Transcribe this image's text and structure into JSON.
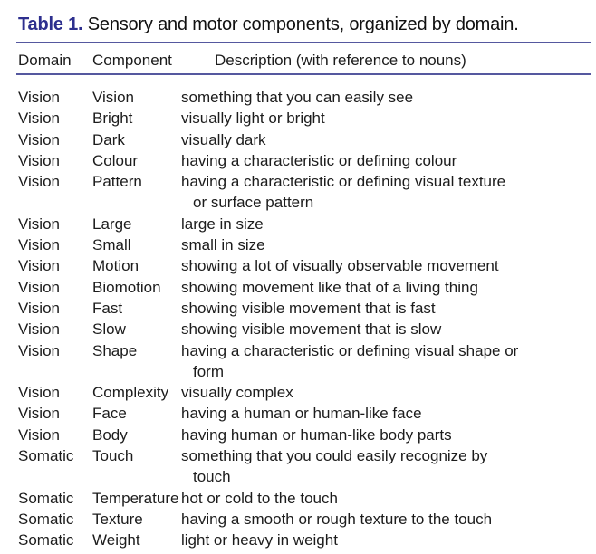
{
  "title": {
    "label": "Table 1.",
    "text": "Sensory and motor components, organized by domain."
  },
  "columns": [
    "Domain",
    "Component",
    "Description (with reference to nouns)"
  ],
  "rows": [
    {
      "domain": "Vision",
      "component": "Vision",
      "description": [
        "something that you can easily see"
      ]
    },
    {
      "domain": "Vision",
      "component": "Bright",
      "description": [
        "visually light or bright"
      ]
    },
    {
      "domain": "Vision",
      "component": "Dark",
      "description": [
        "visually dark"
      ]
    },
    {
      "domain": "Vision",
      "component": "Colour",
      "description": [
        "having a characteristic or defining colour"
      ]
    },
    {
      "domain": "Vision",
      "component": "Pattern",
      "description": [
        "having a characteristic or defining visual texture",
        "or surface pattern"
      ]
    },
    {
      "domain": "Vision",
      "component": "Large",
      "description": [
        "large in size"
      ]
    },
    {
      "domain": "Vision",
      "component": "Small",
      "description": [
        "small in size"
      ]
    },
    {
      "domain": "Vision",
      "component": "Motion",
      "description": [
        "showing a lot of visually observable movement"
      ]
    },
    {
      "domain": "Vision",
      "component": "Biomotion",
      "description": [
        "showing movement like that of a living thing"
      ]
    },
    {
      "domain": "Vision",
      "component": "Fast",
      "description": [
        "showing visible movement that is fast"
      ]
    },
    {
      "domain": "Vision",
      "component": "Slow",
      "description": [
        "showing visible movement that is slow"
      ]
    },
    {
      "domain": "Vision",
      "component": "Shape",
      "description": [
        "having a characteristic or defining visual shape or",
        "form"
      ]
    },
    {
      "domain": "Vision",
      "component": "Complexity",
      "description": [
        "visually complex"
      ]
    },
    {
      "domain": "Vision",
      "component": "Face",
      "description": [
        "having a human or human-like face"
      ]
    },
    {
      "domain": "Vision",
      "component": "Body",
      "description": [
        "having human or human-like body parts"
      ]
    },
    {
      "domain": "Somatic",
      "component": "Touch",
      "description": [
        "something that you could easily recognize by",
        "touch"
      ]
    },
    {
      "domain": "Somatic",
      "component": "Temperature",
      "description": [
        "hot or cold to the touch"
      ]
    },
    {
      "domain": "Somatic",
      "component": "Texture",
      "description": [
        "having a smooth or rough texture to the touch"
      ]
    },
    {
      "domain": "Somatic",
      "component": "Weight",
      "description": [
        "light or heavy in weight"
      ]
    }
  ],
  "colors": {
    "accent": "#2d2f8e",
    "rule": "#55589f",
    "text": "#1c1c1c"
  }
}
